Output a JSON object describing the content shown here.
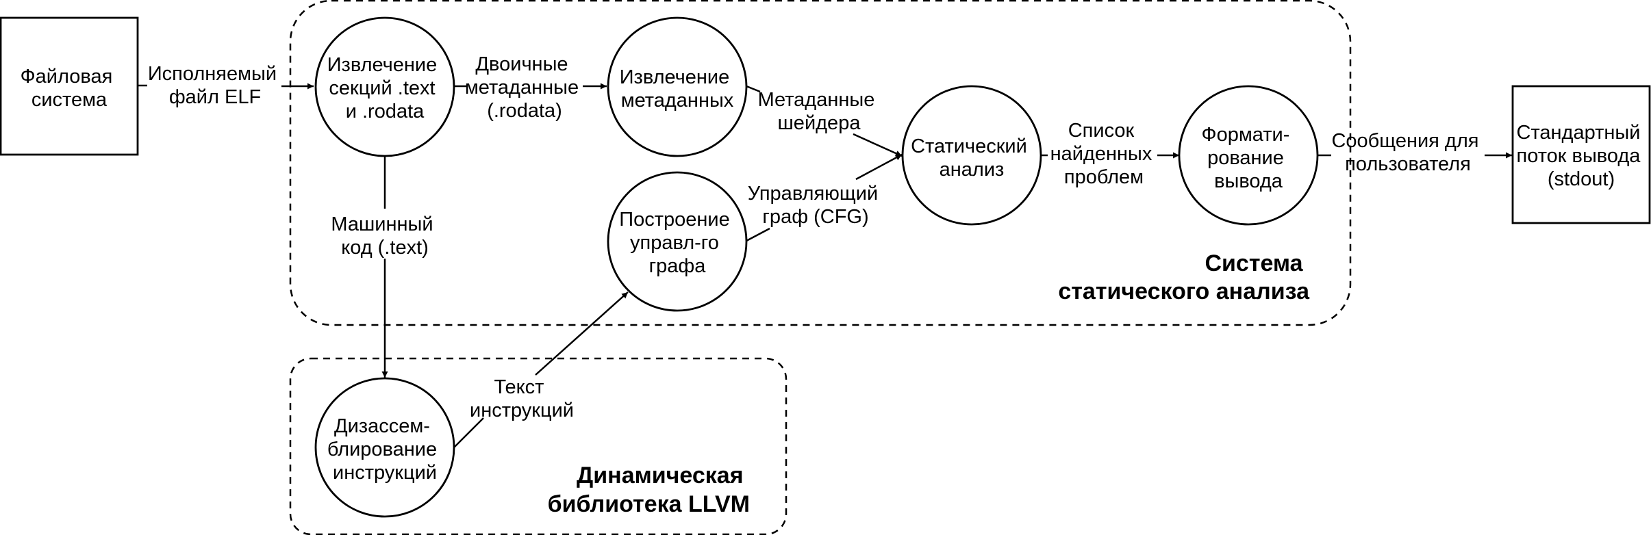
{
  "groups": {
    "static_system": {
      "title": [
        "Система",
        "статического анализа"
      ]
    },
    "llvm": {
      "title": [
        "Динамическая",
        "библиотека LLVM"
      ]
    }
  },
  "nodes": {
    "fs": [
      "Файловая",
      "система"
    ],
    "extract_sections": [
      "Извлечение",
      "секций .text",
      "и .rodata"
    ],
    "extract_meta": [
      "Извлечение",
      "метаданных"
    ],
    "cfg_build": [
      "Построение",
      "управл-го",
      "графа"
    ],
    "static_analysis": [
      "Статический",
      "анализ"
    ],
    "formatting": [
      "Формати-",
      "рование",
      "вывода"
    ],
    "stdout": [
      "Стандартный",
      "поток вывода",
      "(stdout)"
    ],
    "disasm": [
      "Дизассем-",
      "блирование",
      "инструкций"
    ]
  },
  "edges": {
    "elf": [
      "Исполняемый",
      "файл ELF"
    ],
    "binmeta": [
      "Двоичные",
      "метаданные",
      "(.rodata)"
    ],
    "machine_code": [
      "Машинный",
      "код (.text)"
    ],
    "instr_text": [
      "Текст",
      "инструкций"
    ],
    "shader_meta": [
      "Метаданные",
      "шейдера"
    ],
    "cfg": [
      "Управляющий",
      "граф (CFG)"
    ],
    "problems": [
      "Список",
      "найденных",
      "проблем"
    ],
    "messages": [
      "Сообщения для",
      "пользователя"
    ]
  }
}
